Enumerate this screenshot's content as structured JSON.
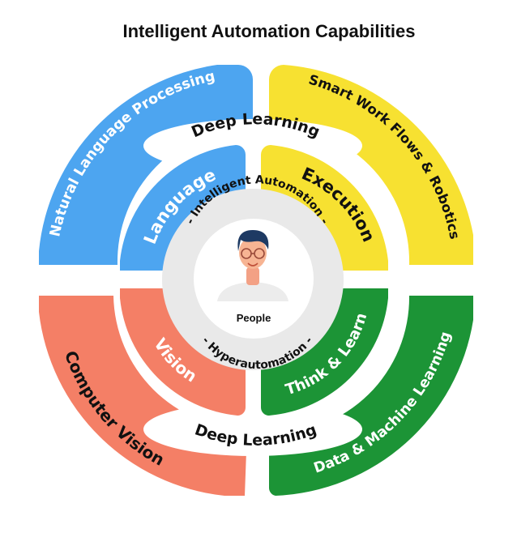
{
  "title": "Intelligent Automation Capabilities",
  "colors": {
    "blue": "#4da5f0",
    "yellow": "#f7e131",
    "coral": "#f47f66",
    "green": "#1c9436",
    "gray_ring": "#e9e9e9",
    "white": "#ffffff",
    "dark_text": "#1a1a1a"
  },
  "outer_labels": {
    "top_left": "Natural Language Processing",
    "top_right": "Smart Work Flows & Robotics",
    "bottom_left": "Computer Vision",
    "bottom_right": "Data & Machine Learning"
  },
  "band_labels": {
    "top": "Deep Learning",
    "bottom": "Deep Learning"
  },
  "inner_labels": {
    "top_left": "Language",
    "top_right": "Execution",
    "bottom_left": "Vision",
    "bottom_right": "Think & Learn"
  },
  "ring_labels": {
    "top": "- Intelligent Automation -",
    "bottom": "- Hyperautomation -"
  },
  "center": {
    "label": "People",
    "icon": "person-avatar-icon"
  }
}
